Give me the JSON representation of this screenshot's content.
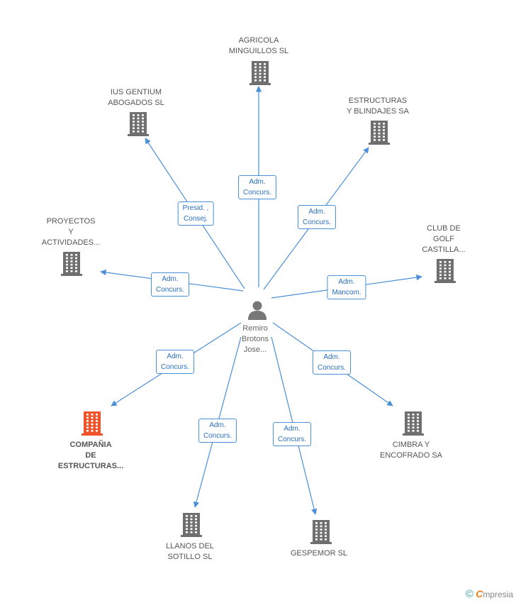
{
  "center": {
    "name": "Remiro\nBrotons\nJose..."
  },
  "colors": {
    "edge": "#4a8fd8",
    "building": "#6f6f6f",
    "focus_building": "#f0532a",
    "edge_label_text": "#2a6fc0"
  },
  "nodes": [
    {
      "id": "agricola",
      "name": "AGRICOLA\nMINGUILLOS SL",
      "role": "Adm.\nConcurs."
    },
    {
      "id": "ius",
      "name": "IUS GENTIUM\nABOGADOS SL",
      "role": "Presid. ,\nConsej."
    },
    {
      "id": "estructuras",
      "name": "ESTRUCTURAS\nY BLINDAJES SA",
      "role": "Adm.\nConcurs."
    },
    {
      "id": "proyectos",
      "name": "PROYECTOS\nY\nACTIVIDADES...",
      "role": "Adm.\nConcurs."
    },
    {
      "id": "club",
      "name": "CLUB DE\nGOLF\nCASTILLA...",
      "role": "Adm.\nMancom."
    },
    {
      "id": "compania",
      "name": "COMPAÑIA\nDE\nESTRUCTURAS...",
      "role": "Adm.\nConcurs.",
      "focus": true
    },
    {
      "id": "cimbra",
      "name": "CIMBRA Y\nENCOFRADO SA",
      "role": "Adm.\nConcurs."
    },
    {
      "id": "llanos",
      "name": "LLANOS DEL\nSOTILLO SL",
      "role": "Adm.\nConcurs."
    },
    {
      "id": "gespemor",
      "name": "GESPEMOR SL",
      "role": "Adm.\nConcurs."
    }
  ],
  "brand": {
    "copyright": "©",
    "initial": "C",
    "rest": "mpresia"
  }
}
